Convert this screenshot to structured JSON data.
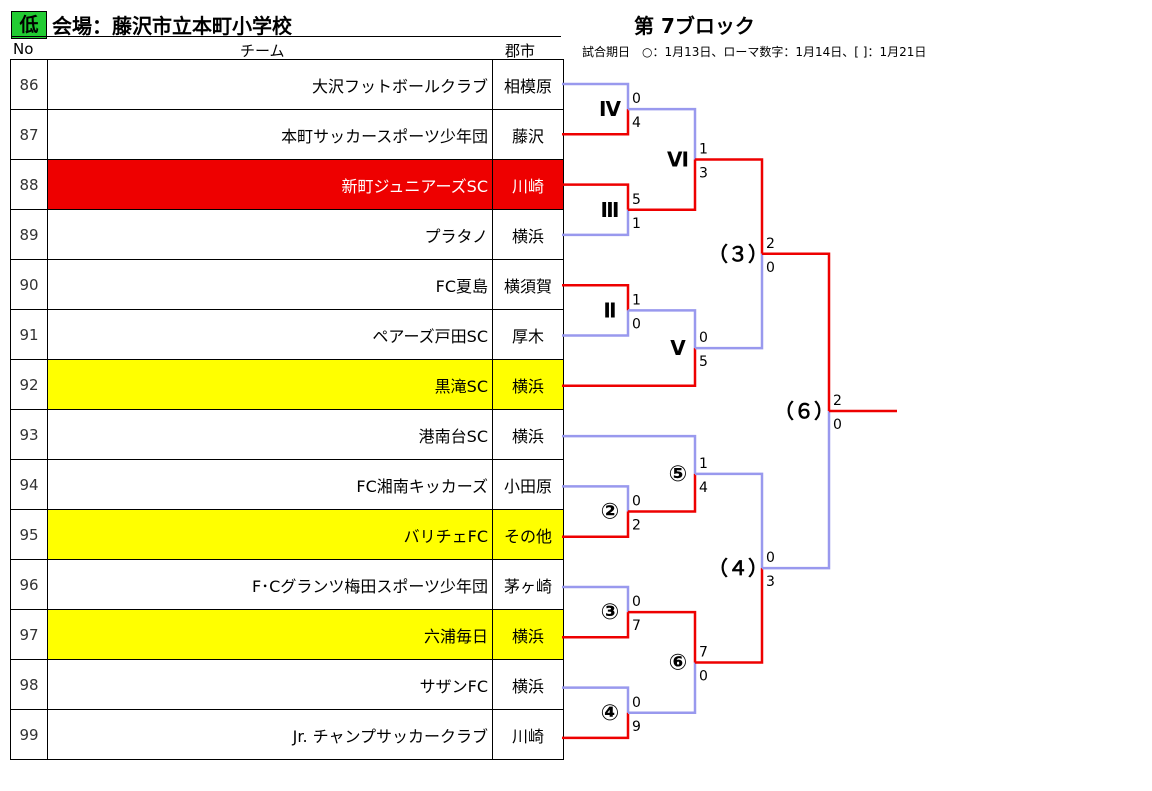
{
  "header": {
    "badge": "低",
    "venue": "会場：藤沢市立本町小学校",
    "block": "第 7ブロック",
    "note": "試合期日　○：1月13日、ローマ数字：1月14日、[ ]：1月21日",
    "col_no": "No",
    "col_team": "チーム",
    "col_city": "郡市"
  },
  "teams": [
    {
      "no": "86",
      "name": "大沢フットボールクラブ",
      "city": "相模原",
      "highlight": "none"
    },
    {
      "no": "87",
      "name": "本町サッカースポーツ少年団",
      "city": "藤沢",
      "highlight": "none"
    },
    {
      "no": "88",
      "name": "新町ジュニアーズSC",
      "city": "川崎",
      "highlight": "red"
    },
    {
      "no": "89",
      "name": "プラタノ",
      "city": "横浜",
      "highlight": "none"
    },
    {
      "no": "90",
      "name": "FC夏島",
      "city": "横須賀",
      "highlight": "none"
    },
    {
      "no": "91",
      "name": "ペアーズ戸田SC",
      "city": "厚木",
      "highlight": "none"
    },
    {
      "no": "92",
      "name": "黒滝SC",
      "city": "横浜",
      "highlight": "yellow"
    },
    {
      "no": "93",
      "name": "港南台SC",
      "city": "横浜",
      "highlight": "none"
    },
    {
      "no": "94",
      "name": "FC湘南キッカーズ",
      "city": "小田原",
      "highlight": "none"
    },
    {
      "no": "95",
      "name": "バリチェFC",
      "city": "その他",
      "highlight": "yellow"
    },
    {
      "no": "96",
      "name": "F･Cグランツ梅田スポーツ少年団",
      "city": "茅ヶ崎",
      "highlight": "none"
    },
    {
      "no": "97",
      "name": "六浦毎日",
      "city": "横浜",
      "highlight": "yellow"
    },
    {
      "no": "98",
      "name": "サザンFC",
      "city": "横浜",
      "highlight": "none"
    },
    {
      "no": "99",
      "name": "Jr. チャンプサッカークラブ",
      "city": "川崎",
      "highlight": "none"
    }
  ],
  "matches": [
    {
      "id": "r1a",
      "label": "Ⅳ",
      "top_score": "0",
      "bottom_score": "4",
      "winner": "bottom"
    },
    {
      "id": "r1b",
      "label": "Ⅲ",
      "top_score": "5",
      "bottom_score": "1",
      "winner": "top"
    },
    {
      "id": "r1c",
      "label": "Ⅱ",
      "top_score": "1",
      "bottom_score": "0",
      "winner": "top"
    },
    {
      "id": "r1d",
      "label": "②",
      "top_score": "0",
      "bottom_score": "2",
      "winner": "bottom"
    },
    {
      "id": "r1e",
      "label": "③",
      "top_score": "0",
      "bottom_score": "7",
      "winner": "bottom"
    },
    {
      "id": "r1f",
      "label": "④",
      "top_score": "0",
      "bottom_score": "9",
      "winner": "bottom"
    },
    {
      "id": "r2a",
      "label": "Ⅵ",
      "top_score": "1",
      "bottom_score": "3",
      "winner": "bottom"
    },
    {
      "id": "r2b",
      "label": "Ⅴ",
      "top_score": "0",
      "bottom_score": "5",
      "winner": "bottom"
    },
    {
      "id": "r2c",
      "label": "⑤",
      "top_score": "1",
      "bottom_score": "4",
      "winner": "bottom"
    },
    {
      "id": "r2d",
      "label": "⑥",
      "top_score": "7",
      "bottom_score": "0",
      "winner": "top"
    },
    {
      "id": "r3a",
      "label": "（３）",
      "top_score": "2",
      "bottom_score": "0",
      "winner": "top"
    },
    {
      "id": "r3b",
      "label": "（４）",
      "top_score": "0",
      "bottom_score": "3",
      "winner": "bottom"
    },
    {
      "id": "final",
      "label": "（６）",
      "top_score": "2",
      "bottom_score": "0",
      "winner": "top"
    }
  ],
  "colors": {
    "winner_line": "#ee0000",
    "loser_line": "#9999ee",
    "red_row": "#ee0000",
    "yellow_row": "#ffff00"
  }
}
